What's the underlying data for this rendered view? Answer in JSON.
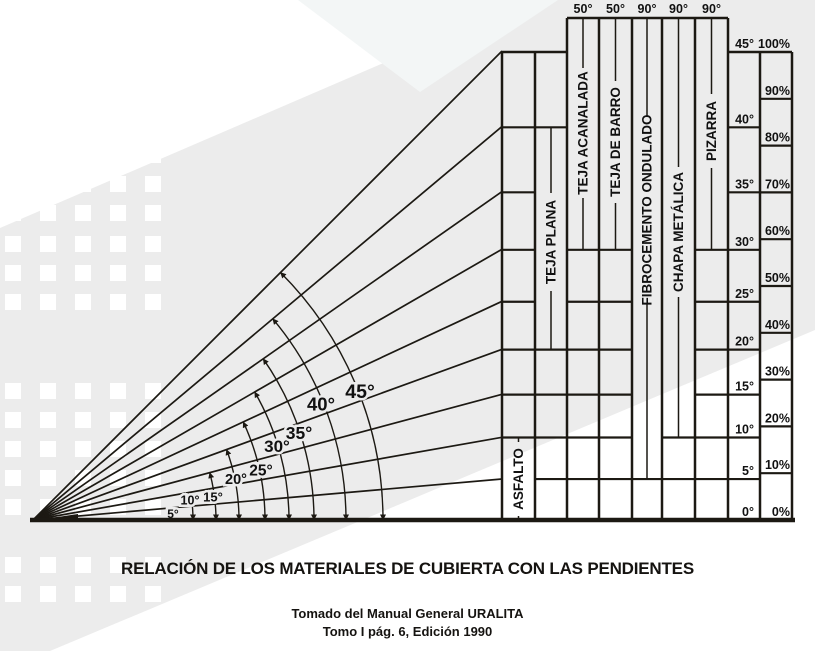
{
  "colors": {
    "paper": "#ffffff",
    "band": "#ececec",
    "pale_triangle": "#f3f6f6",
    "square": "#ffffff",
    "ink": "#1c1913"
  },
  "title": "RELACIÓN DE LOS MATERIALES DE CUBIERTA CON LAS PENDIENTES",
  "source_line1": "Tomado del Manual General URALITA",
  "source_line2": "Tomo I pág. 6, Edición 1990",
  "chart": {
    "type": "slope-material-range-diagram",
    "fan_angle_labels": [
      "5°",
      "10°",
      "15°",
      "20°",
      "25°",
      "30°",
      "35°",
      "40°",
      "45°"
    ],
    "fan_angles_deg": [
      5,
      10,
      15,
      20,
      25,
      30,
      35,
      40,
      45
    ],
    "materials": [
      {
        "name": "ASFALTO",
        "slope_min_deg": 0,
        "slope_max_deg": 10,
        "top_label": ""
      },
      {
        "name": "TEJA PLANA",
        "slope_min_deg": 20,
        "slope_max_deg": 40,
        "top_label": ""
      },
      {
        "name": "TEJA ACANALADA",
        "slope_min_deg": 30,
        "slope_max_deg": 50,
        "top_label": "50°"
      },
      {
        "name": "TEJA DE BARRO",
        "slope_min_deg": 30,
        "slope_max_deg": 50,
        "top_label": "50°"
      },
      {
        "name": "FIBROCEMENTO ONDULADO",
        "slope_min_deg": 5,
        "slope_max_deg": 90,
        "top_label": "90°"
      },
      {
        "name": "CHAPA METÁLICA",
        "slope_min_deg": 10,
        "slope_max_deg": 90,
        "top_label": "90°"
      },
      {
        "name": "PIZARRA",
        "slope_min_deg": 30,
        "slope_max_deg": 90,
        "top_label": "90°"
      }
    ],
    "degree_scale_labels": [
      "45°",
      "40°",
      "35°",
      "30°",
      "25°",
      "20°",
      "15°",
      "10°",
      "5°",
      "0°"
    ],
    "degree_scale_values": [
      45,
      40,
      35,
      30,
      25,
      20,
      15,
      10,
      5,
      0
    ],
    "percent_scale_labels": [
      "100%",
      "90%",
      "80%",
      "70%",
      "60%",
      "50%",
      "40%",
      "30%",
      "20%",
      "10%",
      "0%"
    ],
    "percent_scale_values": [
      100,
      90,
      80,
      70,
      60,
      50,
      40,
      30,
      20,
      10,
      0
    ]
  }
}
